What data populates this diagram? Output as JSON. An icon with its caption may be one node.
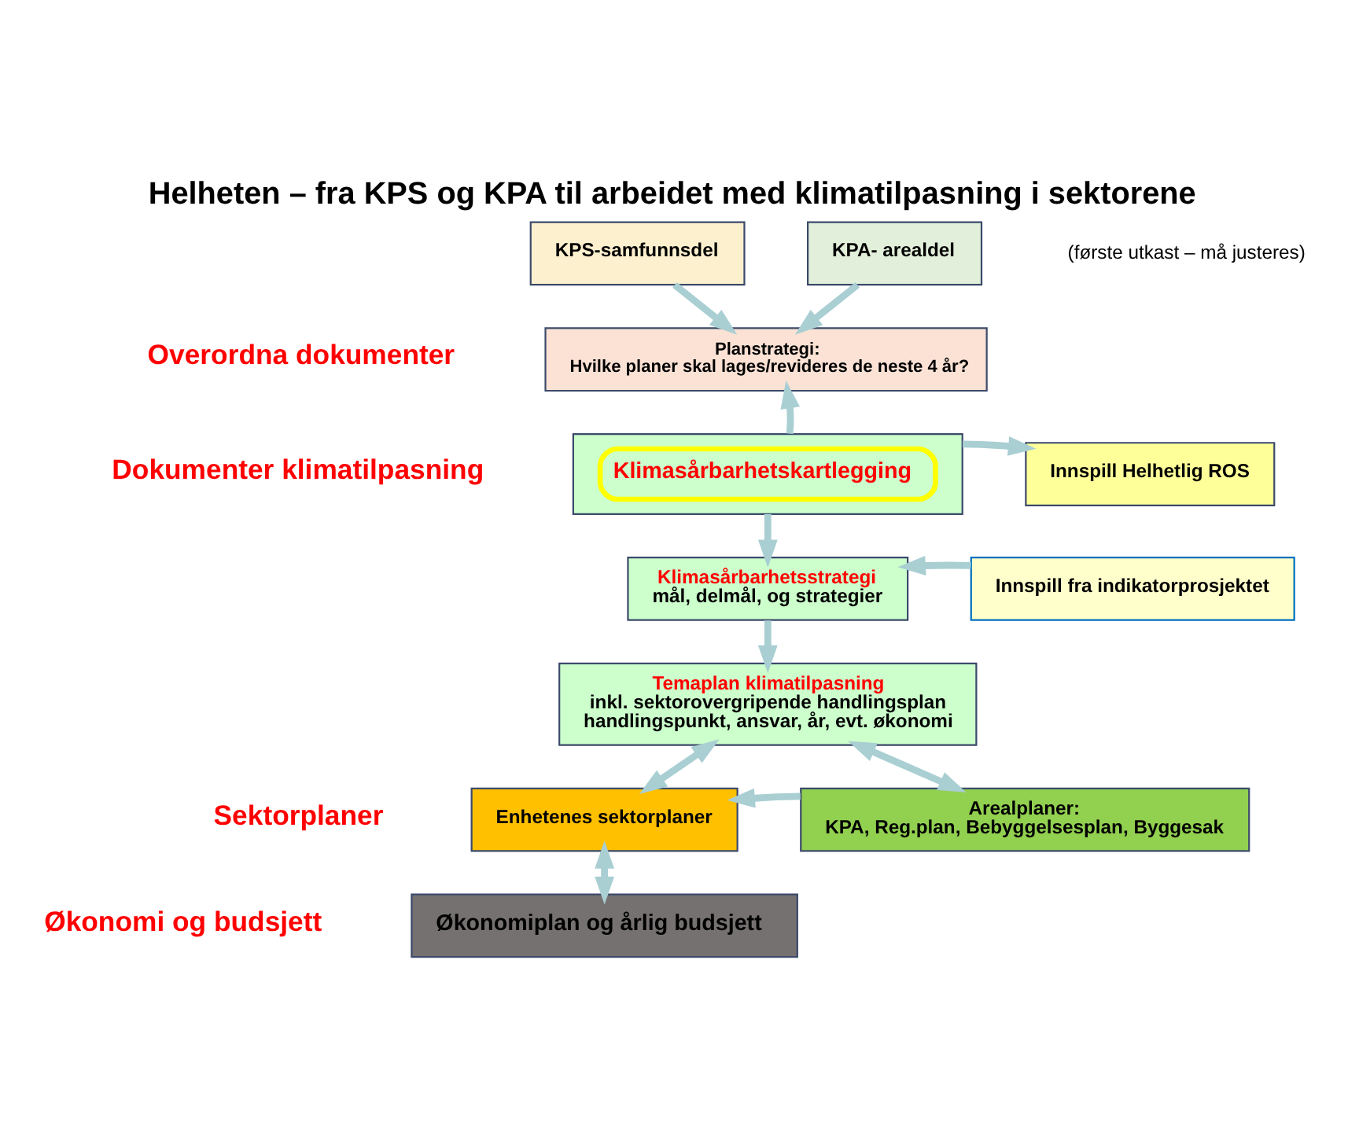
{
  "diagram": {
    "title": "Helheten – fra KPS og KPA til arbeidet med klimatilpasning i sektorene",
    "nodes": [
      {
        "text": [
          "KPS-samfunnsdel"
        ]
      },
      {
        "text": [
          "KPA- arealdel"
        ]
      },
      {
        "text": [
          "Planstrategi:",
          "Hvilke planer skal lages/revideres de neste 4 år?"
        ]
      },
      {
        "text": [
          "Klimasårbarhetskartlegging"
        ]
      },
      {
        "text": [
          "Innspill Helhetlig ROS"
        ]
      },
      {
        "text": [
          "Klimasårbarhetsstrategi",
          "mål, delmål, og strategier"
        ]
      },
      {
        "text": [
          "Innspill fra indikatorprosjektet"
        ]
      },
      {
        "text": [
          "Temaplan klimatilpasning",
          "inkl. sektorovergripende handlingsplan",
          "handlingspunkt, ansvar, år, evt. økonomi"
        ]
      },
      {
        "text": [
          "Enhetenes sektorplaner"
        ]
      },
      {
        "text": [
          "Arealplaner:",
          "KPA, Reg.plan, Bebyggelsesplan, Byggesak"
        ]
      },
      {
        "text": [
          "Økonomiplan og årlig budsjett"
        ]
      }
    ],
    "edges": [
      {
        "from": 0,
        "to": 2,
        "arrow": "to"
      },
      {
        "from": 1,
        "to": 2,
        "arrow": "to"
      },
      {
        "from": 3,
        "to": 2,
        "arrow": "to"
      },
      {
        "from": 3,
        "to": 4,
        "arrow": "to"
      },
      {
        "from": 3,
        "to": 5,
        "arrow": "to"
      },
      {
        "from": 6,
        "to": 5,
        "arrow": "to"
      },
      {
        "from": 5,
        "to": 7,
        "arrow": "to"
      },
      {
        "from": 7,
        "to": 8,
        "arrow": "both"
      },
      {
        "from": 7,
        "to": 9,
        "arrow": "both"
      },
      {
        "from": 9,
        "to": 8,
        "arrow": "to"
      },
      {
        "from": 8,
        "to": 10,
        "arrow": "both"
      }
    ],
    "labels": [
      "(første utkast – må justeres)",
      "Overordna dokumenter",
      "Dokumenter klimatilpasning",
      "Sektorplaner",
      "Økonomi og budsjett"
    ]
  }
}
